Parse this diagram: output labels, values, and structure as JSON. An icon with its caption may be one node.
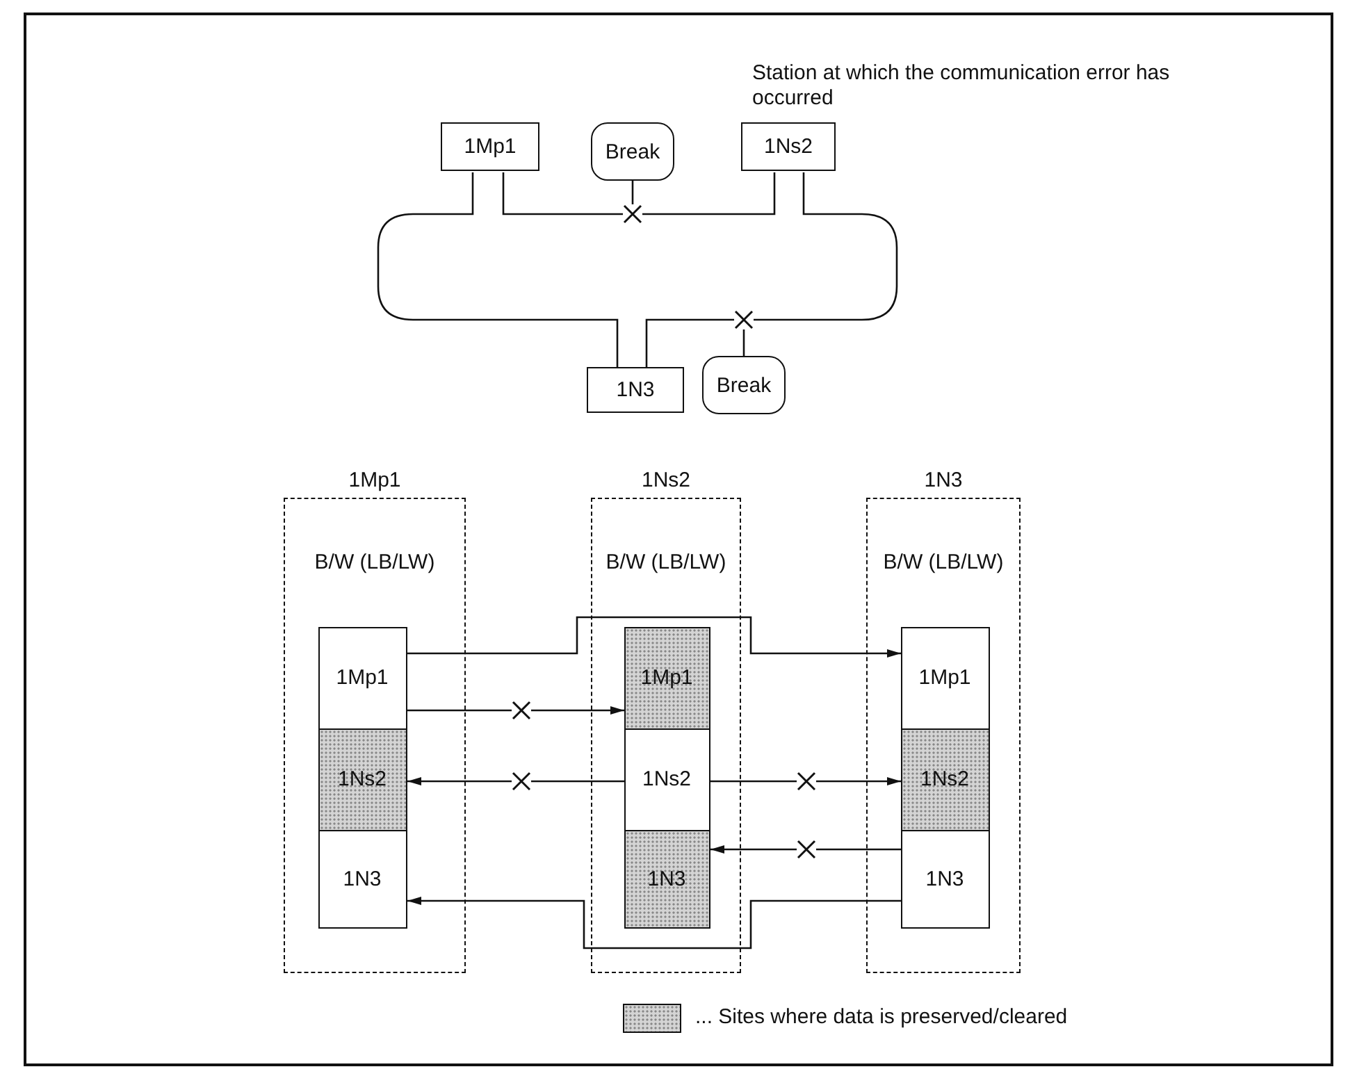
{
  "diagram": {
    "nodes": [
      {
        "text": [
          "1Mp1"
        ]
      },
      {
        "text": [
          "Break"
        ]
      },
      {
        "text": [
          "1Ns2"
        ],
        "beside": [
          "Station at which the communication error has occurred"
        ]
      },
      {
        "text": [],
        "shape": "cross"
      },
      {
        "text": [],
        "shape": "cross"
      },
      {
        "text": [
          "1N3"
        ]
      },
      {
        "text": [
          "Break"
        ]
      },
      {
        "text": [
          "1Mp1",
          "B/W (LB/LW)"
        ]
      },
      {
        "text": [
          "1Mp1"
        ],
        "in": 7
      },
      {
        "text": [
          "1Ns2"
        ],
        "in": 7
      },
      {
        "text": [
          "1N3"
        ],
        "in": 7
      },
      {
        "text": [
          "1Ns2",
          "B/W (LB/LW)"
        ]
      },
      {
        "text": [
          "1Mp1"
        ],
        "in": 11
      },
      {
        "text": [
          "1Ns2"
        ],
        "in": 11
      },
      {
        "text": [
          "1N3"
        ],
        "in": 11
      },
      {
        "text": [
          "1N3",
          "B/W (LB/LW)"
        ]
      },
      {
        "text": [
          "1Mp1"
        ],
        "in": 15
      },
      {
        "text": [
          "1Ns2"
        ],
        "in": 15
      },
      {
        "text": [
          "1N3"
        ],
        "in": 15
      },
      {
        "text": [],
        "shape": "cross"
      },
      {
        "text": [],
        "shape": "cross"
      },
      {
        "text": [],
        "shape": "cross"
      },
      {
        "text": [],
        "shape": "cross"
      }
    ],
    "edges": [
      {
        "from": 0,
        "to": 3,
        "arrow": "none"
      },
      {
        "from": 3,
        "to": 2,
        "arrow": "none"
      },
      {
        "from": 2,
        "to": 4,
        "arrow": "none"
      },
      {
        "from": 4,
        "to": 5,
        "arrow": "none"
      },
      {
        "from": 5,
        "to": 0,
        "arrow": "none"
      },
      {
        "from": 1,
        "to": 3,
        "arrow": "none"
      },
      {
        "from": 6,
        "to": 4,
        "arrow": "none"
      },
      {
        "from": 8,
        "to": 16,
        "arrow": "to"
      },
      {
        "from": 8,
        "to": 19,
        "arrow": "none"
      },
      {
        "from": 19,
        "to": 12,
        "arrow": "to"
      },
      {
        "from": 13,
        "to": 20,
        "arrow": "none"
      },
      {
        "from": 20,
        "to": 9,
        "arrow": "to"
      },
      {
        "from": 13,
        "to": 21,
        "arrow": "none"
      },
      {
        "from": 21,
        "to": 17,
        "arrow": "to"
      },
      {
        "from": 18,
        "to": 22,
        "arrow": "none"
      },
      {
        "from": 22,
        "to": 14,
        "arrow": "to"
      },
      {
        "from": 18,
        "to": 10,
        "arrow": "to"
      }
    ],
    "legend": [
      {
        "text": "... Sites where data is preserved/cleared",
        "color": "#d4d4d4"
      }
    ]
  }
}
